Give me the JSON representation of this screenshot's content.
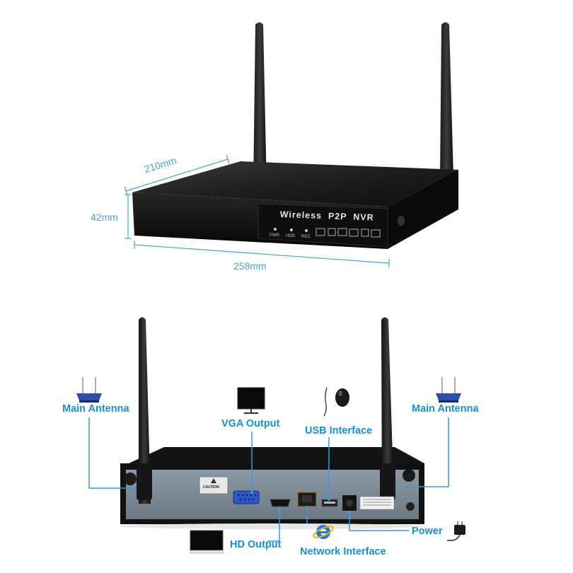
{
  "front_view": {
    "dimension_depth": "210mm",
    "dimension_height": "42mm",
    "dimension_width": "258mm",
    "brand_label": "Wireless  P2P  NVR",
    "led_labels": [
      "PWR",
      "HDD",
      "REC"
    ]
  },
  "rear_view": {
    "callouts": {
      "antenna_left": "Main Antenna",
      "antenna_right": "Main Antenna",
      "vga": "VGA Output",
      "usb": "USB Interface",
      "hd": "HD Output",
      "network": "Network Interface",
      "power": "Power"
    },
    "caution_label": "CAUTION"
  },
  "colors": {
    "callout_text": "#1c8fd1",
    "callout_line": "#3a9bd5",
    "dimension": "#4aa6d0",
    "device_body": "#1a1a1a",
    "rear_panel": "#7d8a99"
  }
}
